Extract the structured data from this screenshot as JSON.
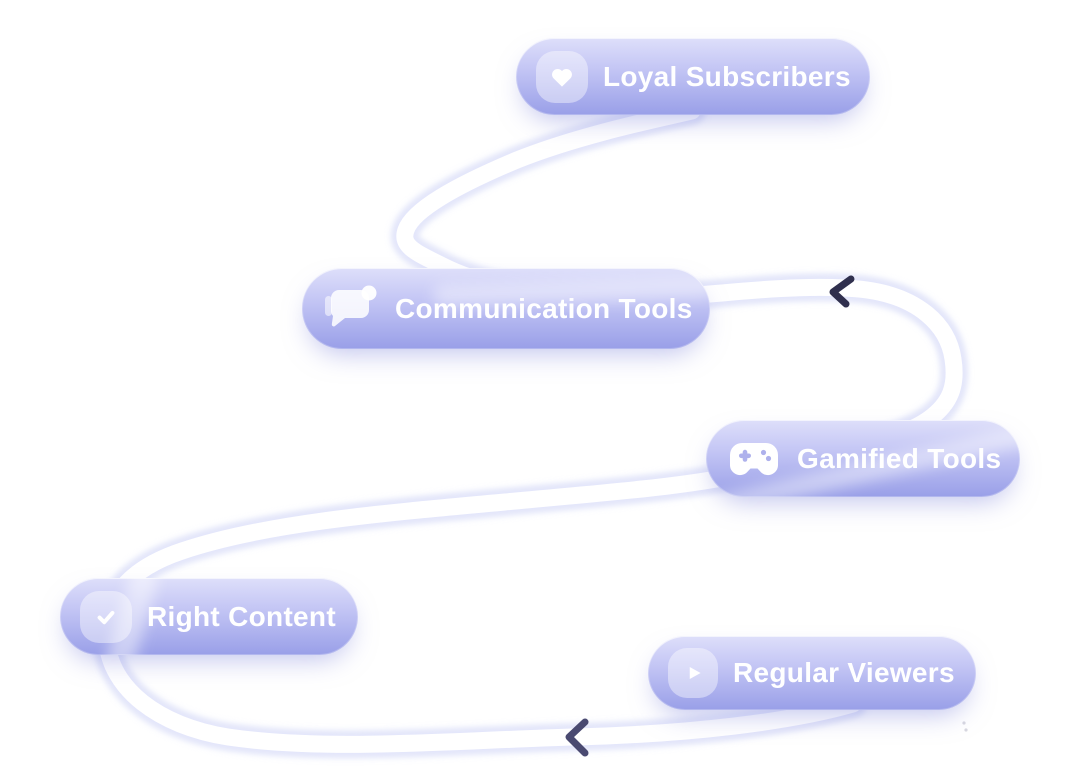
{
  "canvas": {
    "background_color": "#ffffff"
  },
  "colors": {
    "badge_gradient_top": "#dedffa",
    "badge_gradient_bottom": "#999fe8",
    "badge_text": "#ffffff",
    "icon_chip_background": "rgba(255,255,255,0.42)",
    "path_color": "#ffffff",
    "path_glow": "#ced1f4",
    "chevron_top_color": "#30304e",
    "chevron_bottom_color": "#4a4a71"
  },
  "nodes": [
    {
      "label": "Loyal Subscribers",
      "icon": "heart-icon"
    },
    {
      "label": "Communication Tools",
      "icon": "chat-bubbles-icon"
    },
    {
      "label": "Gamified Tools",
      "icon": "gamepad-icon"
    },
    {
      "label": "Right Content",
      "icon": "check-icon"
    },
    {
      "label": "Regular Viewers",
      "icon": "play-icon"
    }
  ],
  "flow": {
    "order": [
      "Regular Viewers",
      "Right Content",
      "Gamified Tools",
      "Communication Tools",
      "Loyal Subscribers"
    ],
    "arrow_direction": "left",
    "arrow_count": 2
  }
}
